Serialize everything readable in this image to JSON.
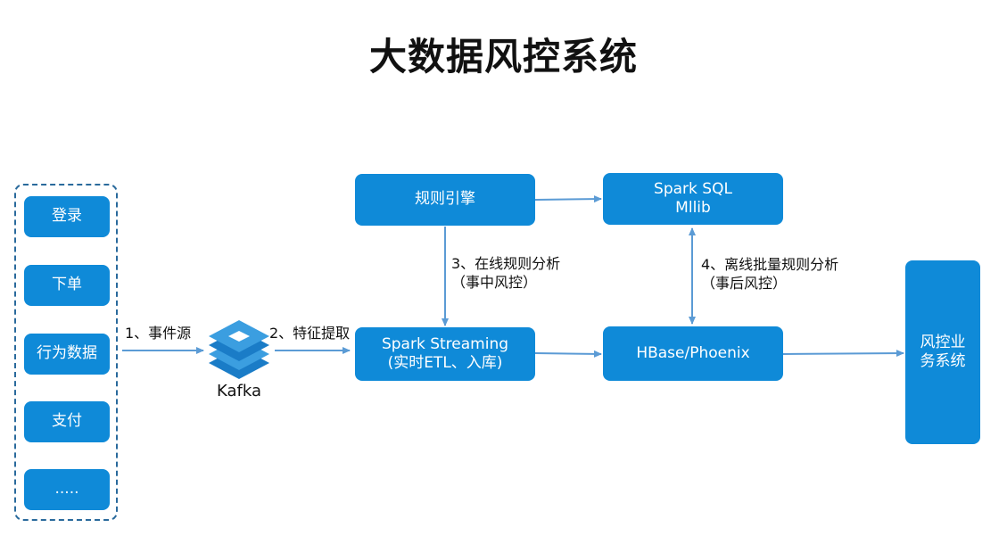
{
  "title": "大数据风控系统",
  "sources": [
    "登录",
    "下单",
    "行为数据",
    "支付",
    "....."
  ],
  "kafka": "Kafka",
  "nodes": {
    "rule_engine": "规则引擎",
    "spark_sql": [
      "Spark SQL",
      "Mllib"
    ],
    "spark_streaming": [
      "Spark Streaming",
      "(实时ETL、入库)"
    ],
    "hbase": "HBase/Phoenix",
    "risk_system": [
      "风控业",
      "务系统"
    ]
  },
  "steps": {
    "s1": "1、事件源",
    "s2": "2、特征提取",
    "s3": [
      "3、在线规则分析",
      "（事中风控）"
    ],
    "s4": [
      "4、离线批量规则分析",
      "（事后风控）"
    ]
  },
  "colors": {
    "node": "#0f8ad8",
    "arrow": "#5b9bd5",
    "group_border": "#2a6a9c"
  }
}
